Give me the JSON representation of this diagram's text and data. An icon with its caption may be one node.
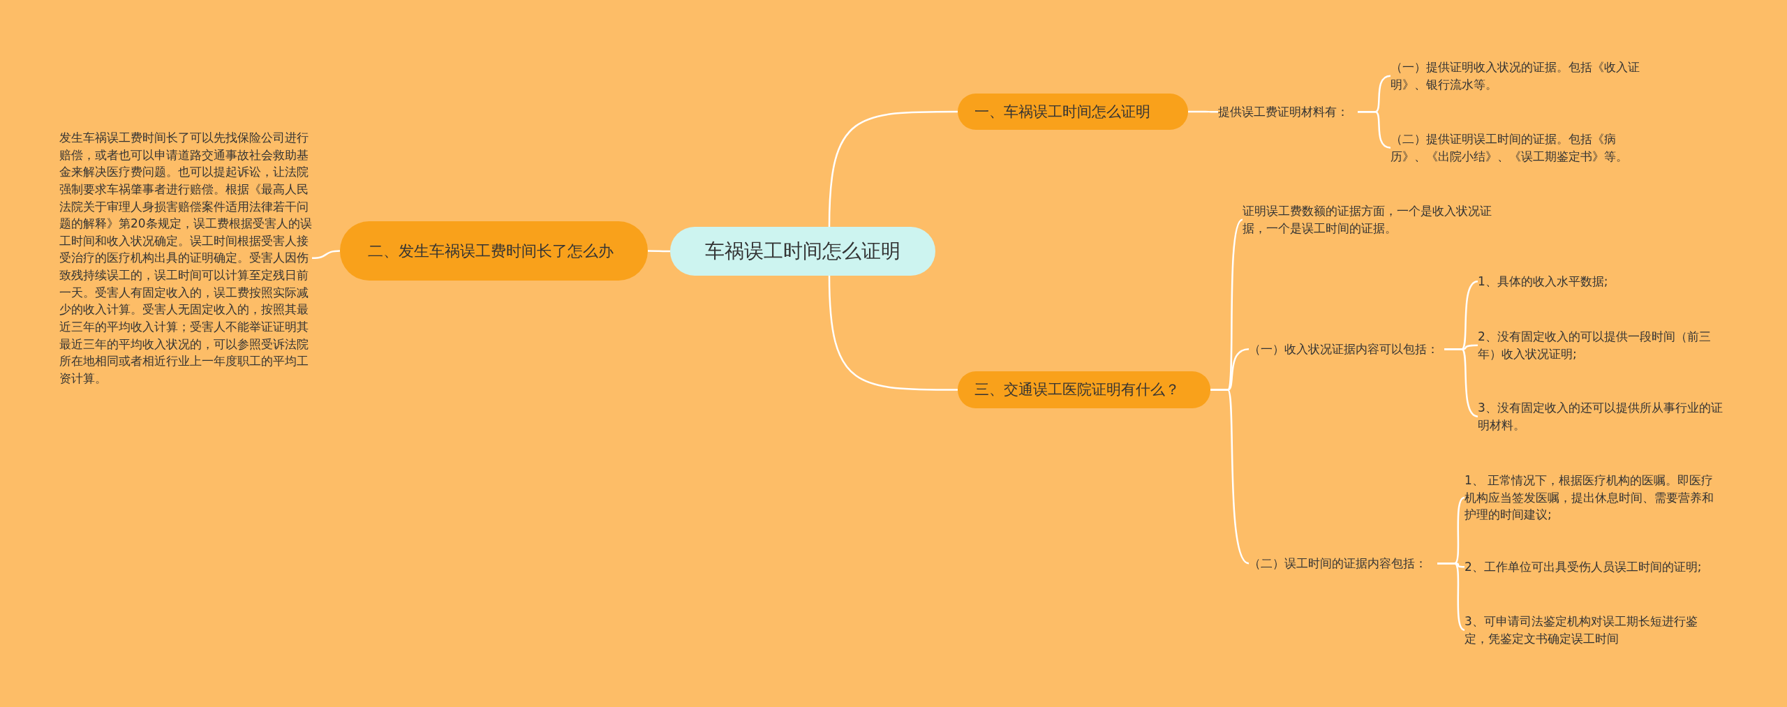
{
  "diagram": {
    "nodes": [
      {
        "text": [
          "车祸误工时间怎么证明"
        ]
      },
      {
        "text": [
          "一、车祸误工时间怎么证明"
        ]
      },
      {
        "text": [
          "提供误工费证明材料有："
        ]
      },
      {
        "text": [
          "（一）提供证明收入状况的证据。包括《收入证明》、银行流水等。"
        ]
      },
      {
        "text": [
          "（二）提供证明误工时间的证据。包括《病历》、《出院小结》、《误工期鉴定书》等。"
        ]
      },
      {
        "text": [
          "二、发生车祸误工费时间长了怎么办"
        ]
      },
      {
        "text": [
          "发生车祸误工费时间长了可以先找保险公司进行赔偿，或者也可以申请道路交通事故社会救助基金来解决医疗费问题。也可以提起诉讼，让法院强制要求车祸肇事者进行赔偿。根据《最高人民法院关于审理人身损害赔偿案件适用法律若干问题的解释》第20条规定，误工费根据受害人的误工时间和收入状况确定。误工时间根据受害人接受治疗的医疗机构出具的证明确定。受害人因伤致残持续误工的，误工时间可以计算至定残日前一天。受害人有固定收入的，误工费按照实际减少的收入计算。受害人无固定收入的，按照其最近三年的平均收入计算；受害人不能举证证明其最近三年的平均收入状况的，可以参照受诉法院所在地相同或者相近行业上一年度职工的平均工资计算。"
        ]
      },
      {
        "text": [
          "三、交通误工医院证明有什么？"
        ]
      },
      {
        "text": [
          "证明误工费数额的证据方面，一个是收入状况证据，一个是误工时间的证据。"
        ]
      },
      {
        "text": [
          "（一）收入状况证据内容可以包括："
        ]
      },
      {
        "text": [
          "1、具体的收入水平数据;"
        ]
      },
      {
        "text": [
          "2、没有固定收入的可以提供一段时间（前三年）收入状况证明;"
        ]
      },
      {
        "text": [
          "3、没有固定收入的还可以提供所从事行业的证明材料。"
        ]
      },
      {
        "text": [
          "（二）误工时间的证据内容包括："
        ]
      },
      {
        "text": [
          "1、 正常情况下，根据医疗机构的医嘱。即医疗机构应当签发医嘱，提出休息时间、需要营养和护理的时间建议;"
        ]
      },
      {
        "text": [
          "2、工作单位可出具受伤人员误工时间的证明;"
        ]
      },
      {
        "text": [
          "3、可申请司法鉴定机构对误工期长短进行鉴定，凭鉴定文书确定误工时间"
        ]
      }
    ],
    "edges": [
      {
        "from": 0,
        "to": 1,
        "arrow": "none"
      },
      {
        "from": 1,
        "to": 2,
        "arrow": "none"
      },
      {
        "from": 2,
        "to": 3,
        "arrow": "none"
      },
      {
        "from": 2,
        "to": 4,
        "arrow": "none"
      },
      {
        "from": 0,
        "to": 5,
        "arrow": "none"
      },
      {
        "from": 5,
        "to": 6,
        "arrow": "none"
      },
      {
        "from": 0,
        "to": 7,
        "arrow": "none"
      },
      {
        "from": 7,
        "to": 8,
        "arrow": "none"
      },
      {
        "from": 7,
        "to": 9,
        "arrow": "none"
      },
      {
        "from": 9,
        "to": 10,
        "arrow": "none"
      },
      {
        "from": 9,
        "to": 11,
        "arrow": "none"
      },
      {
        "from": 9,
        "to": 12,
        "arrow": "none"
      },
      {
        "from": 7,
        "to": 13,
        "arrow": "none"
      },
      {
        "from": 13,
        "to": 14,
        "arrow": "none"
      },
      {
        "from": 13,
        "to": 15,
        "arrow": "none"
      },
      {
        "from": 13,
        "to": 16,
        "arrow": "none"
      }
    ]
  }
}
